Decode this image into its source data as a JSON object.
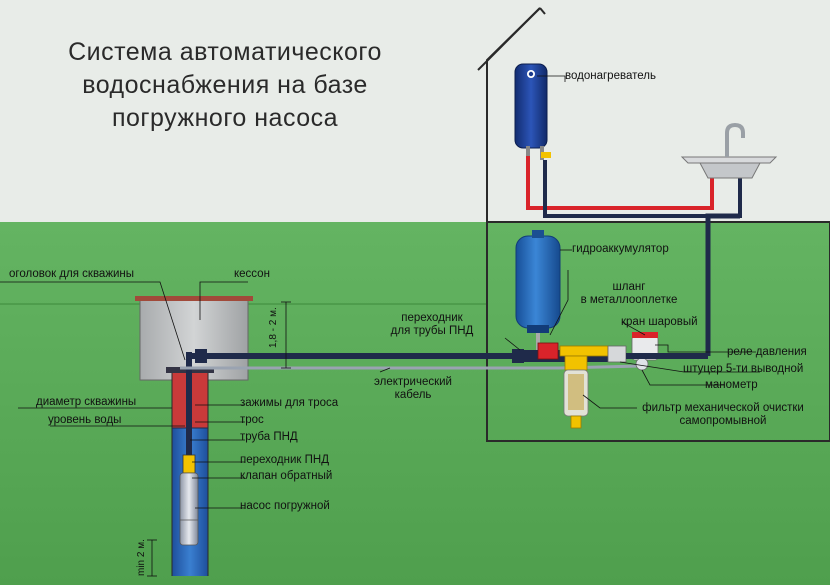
{
  "title": {
    "line1": "Система автоматического",
    "line2": "водоснабжения на базе",
    "line3": "погружного насоса"
  },
  "labels": {
    "water_heater": "водонагреватель",
    "accumulator": "гидроаккумулятор",
    "hose_line1": "шланг",
    "hose_line2": "в металлооплетке",
    "ball_valve": "кран шаровый",
    "pressure_relay": "реле давления",
    "fitting_5way": "штуцер 5-ти выводной",
    "manometer": "манометр",
    "filter_line1": "фильтр механической очистки",
    "filter_line2": "самопромывной",
    "adapter_pnd_line1": "переходник",
    "adapter_pnd_line2": "для трубы ПНД",
    "cable_line1": "электрический",
    "cable_line2": "кабель",
    "wellhead": "оголовок для скважины",
    "caisson": "кессон",
    "caisson_depth": "1,8 - 2 м.",
    "well_diameter": "диаметр скважины",
    "water_level": "уровень воды",
    "rope_clamps": "зажимы для троса",
    "rope": "трос",
    "pnd_pipe": "труба ПНД",
    "pnd_adapter": "переходник ПНД",
    "check_valve": "клапан обратный",
    "submersible_pump": "насос погружной",
    "min_depth": "min 2 м."
  },
  "colors": {
    "sky": "#e8ece8",
    "ground": "#58a956",
    "pipe_dark": "#1f2a4a",
    "pipe_hot": "#d9232a",
    "tank_blue": "#1e5fae",
    "heater_blue": "#1a3a8c",
    "filter_yellow": "#f2c200",
    "caisson_grey": "#b9bcbe",
    "well_blue": "#2b6fc2",
    "well_red": "#c93a3a"
  }
}
